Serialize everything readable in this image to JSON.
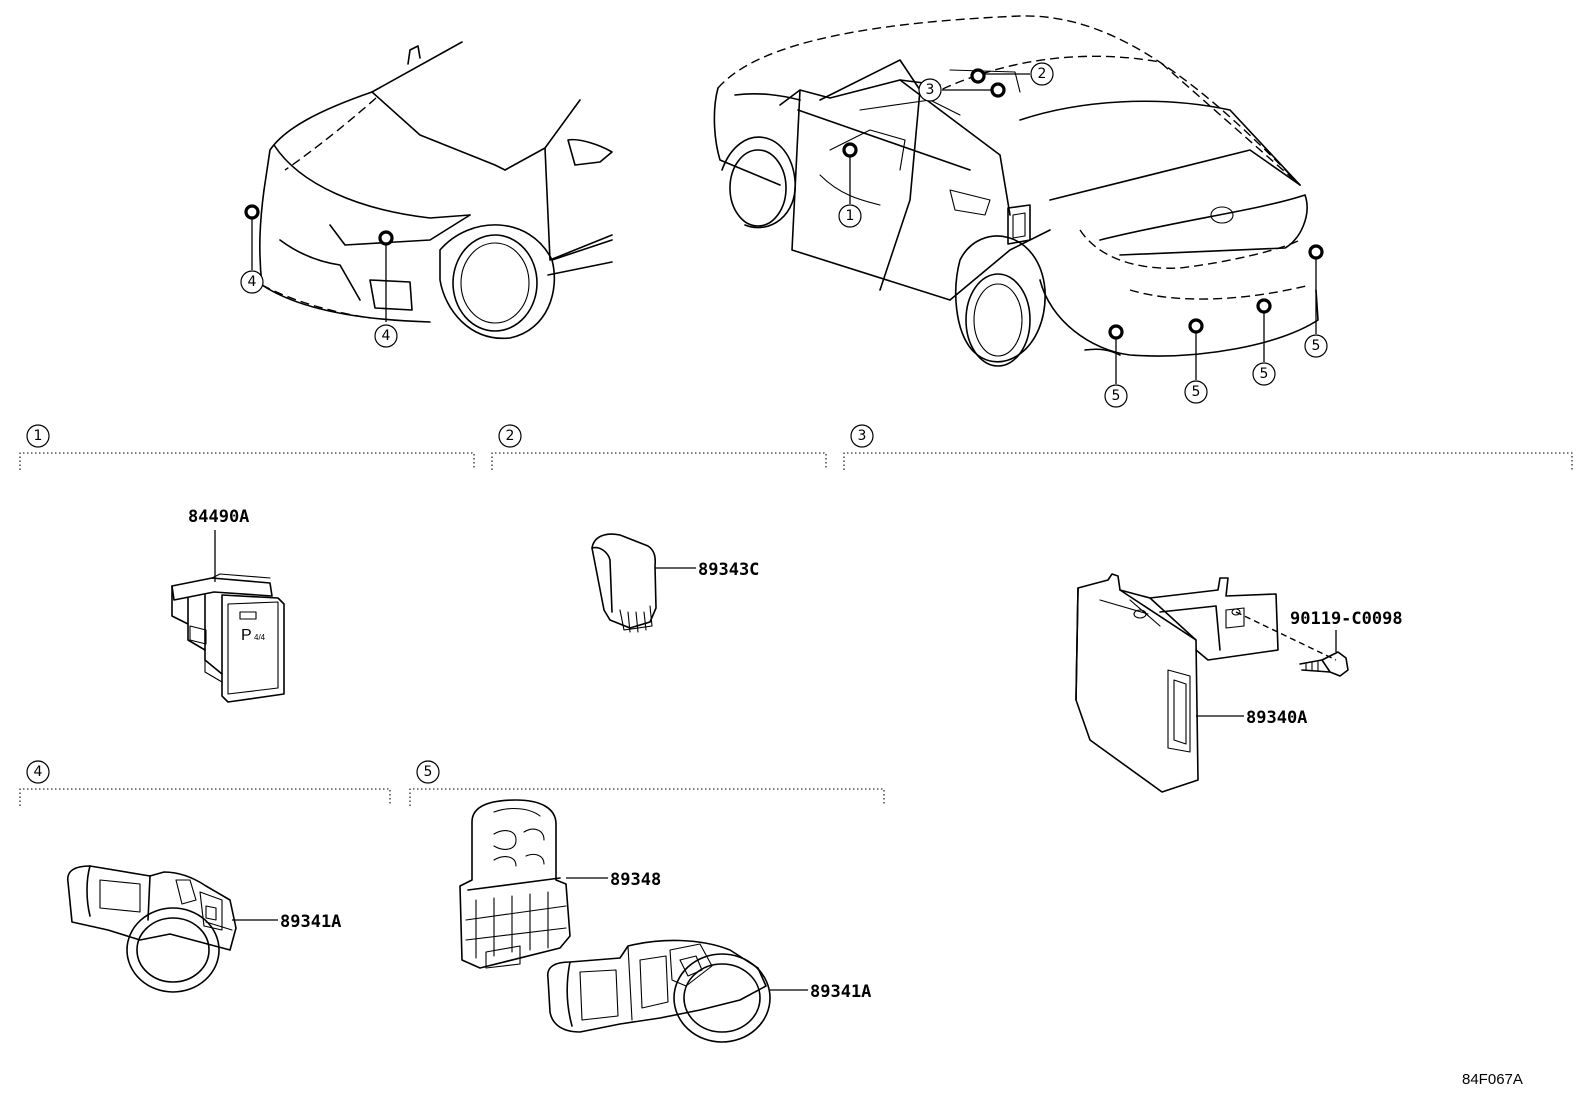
{
  "callouts": {
    "front_left": "4",
    "front_center": "4",
    "interior_switch": "1",
    "interior_dome": "2",
    "interior_ecu": "3",
    "rear_1": "5",
    "rear_2": "5",
    "rear_3": "5",
    "rear_4": "5"
  },
  "sections": [
    {
      "number": "1"
    },
    {
      "number": "2"
    },
    {
      "number": "3"
    },
    {
      "number": "4"
    },
    {
      "number": "5"
    }
  ],
  "parts": {
    "switch": "84490A",
    "p_switch_mark": "P",
    "p_switch_sub": "4/4",
    "buzzer": "89343C",
    "ecu": "89340A",
    "bolt": "90119-C0098",
    "sensor_front": "89341A",
    "retainer": "89348",
    "sensor_rear": "89341A"
  },
  "reference": "84F067A"
}
